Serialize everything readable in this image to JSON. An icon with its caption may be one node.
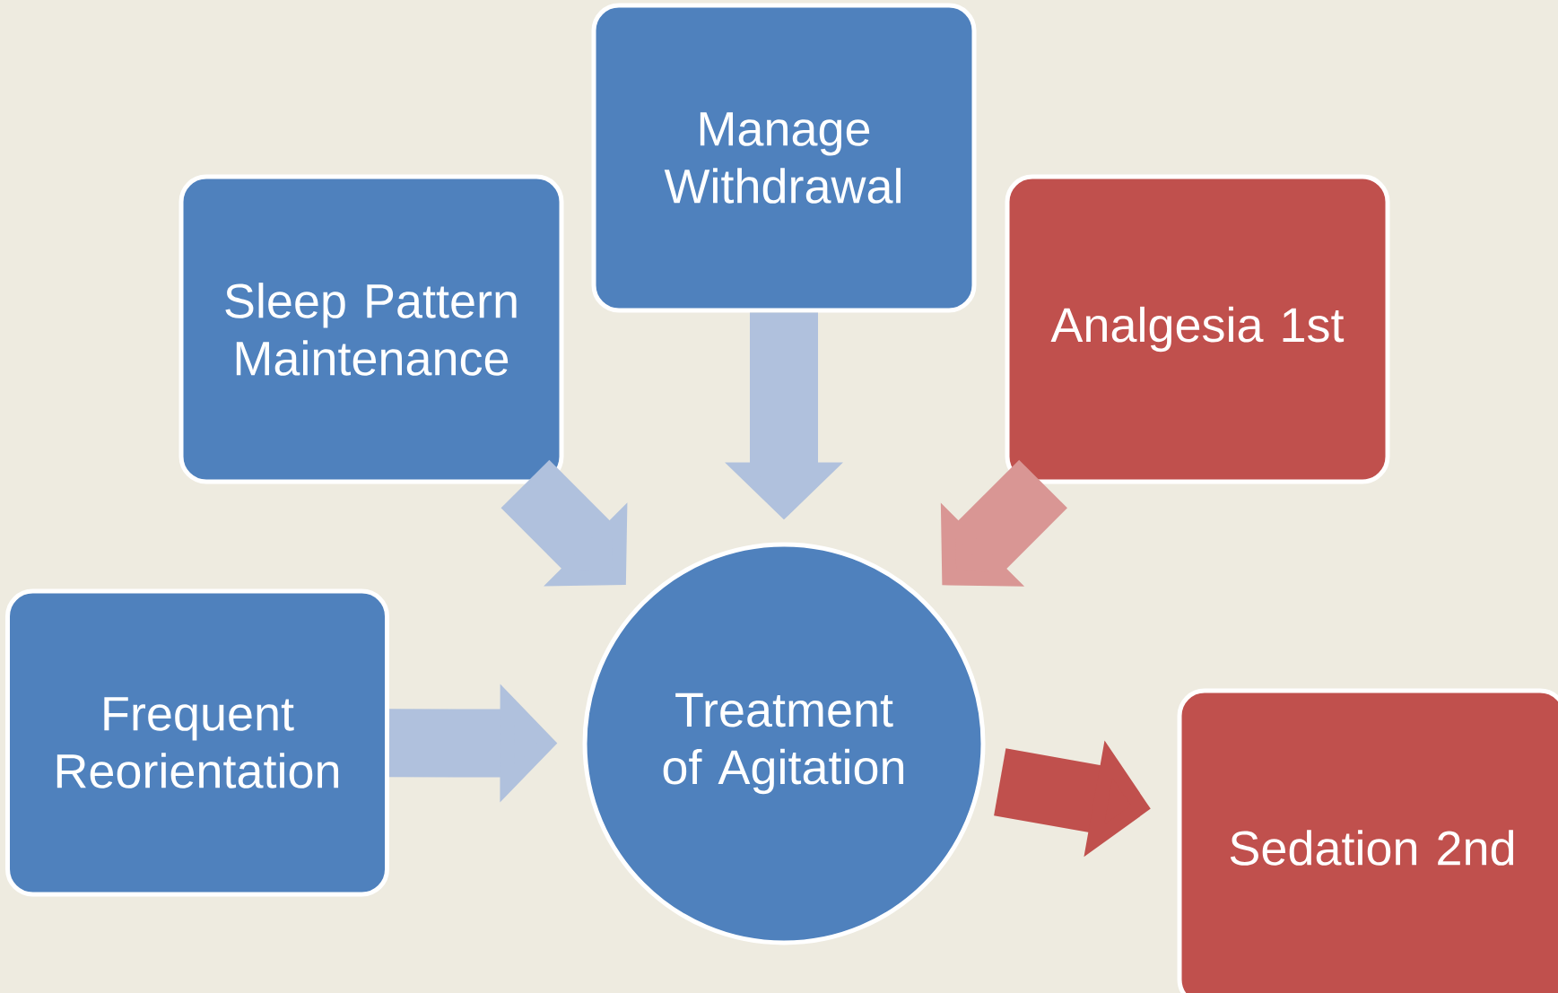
{
  "diagram": {
    "nodes": [
      {
        "text": [
          "Manage Withdrawal"
        ]
      },
      {
        "text": [
          "Sleep Pattern Maintenance"
        ]
      },
      {
        "text": [
          "Analgesia 1st"
        ]
      },
      {
        "text": [
          "Frequent Reorientation"
        ]
      },
      {
        "text": [
          "Treatment of Agitation"
        ]
      },
      {
        "text": [
          "Sedation 2nd"
        ]
      }
    ],
    "edges": [
      {
        "from": 0,
        "to": 4,
        "arrow": "to"
      },
      {
        "from": 1,
        "to": 4,
        "arrow": "to"
      },
      {
        "from": 2,
        "to": 4,
        "arrow": "to",
        "color": "#d99694"
      },
      {
        "from": 3,
        "to": 4,
        "arrow": "to"
      },
      {
        "from": 4,
        "to": 5,
        "arrow": "to",
        "color": "#c0504d"
      }
    ]
  }
}
